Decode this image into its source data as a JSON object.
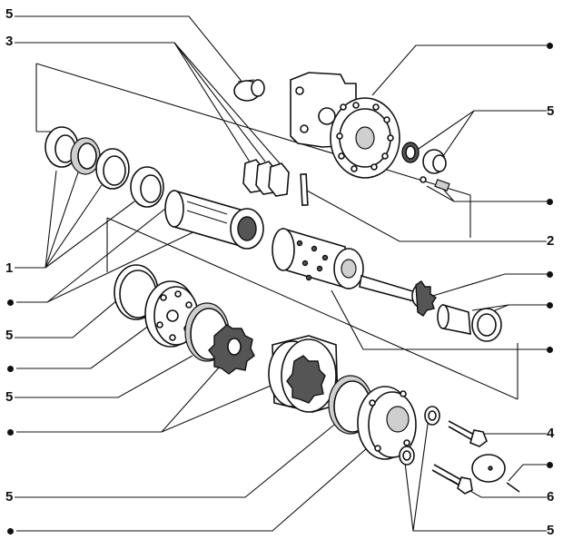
{
  "labels": {
    "left_top_5": "5",
    "left_3": "3",
    "left_1": "1",
    "left_mid_5a": "5",
    "left_mid_5b": "5",
    "left_bottom_5": "5",
    "right_5_top": "5",
    "right_2": "2",
    "right_4": "4",
    "right_6": "6",
    "right_5_bottom": "5"
  },
  "bullet_symbol": "•"
}
